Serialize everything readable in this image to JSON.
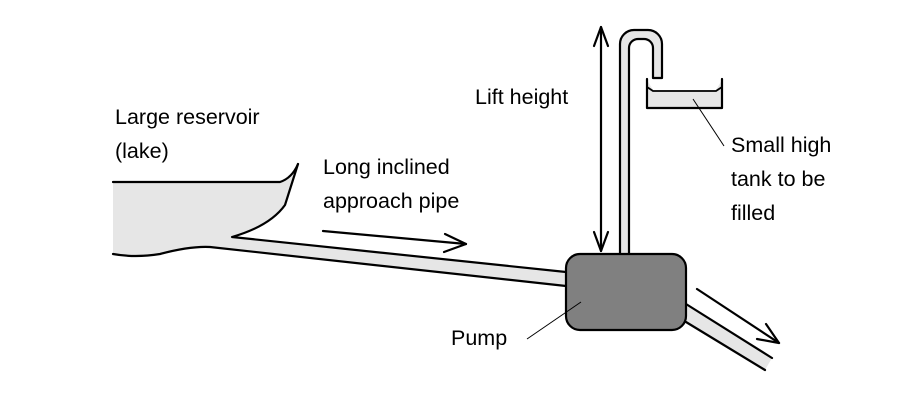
{
  "diagram": {
    "title": "Pump lifting water from a lake to a small high tank",
    "labels": {
      "reservoir": [
        "Large reservoir",
        "(lake)"
      ],
      "approach_pipe": [
        "Long inclined",
        "approach pipe"
      ],
      "lift_height": "Lift height",
      "tank": [
        "Small high",
        "tank to be",
        "filled"
      ],
      "pump": "Pump"
    },
    "colors": {
      "water_fill": "#e6e6e6",
      "pump_fill": "#808080",
      "line": "#000000",
      "background": "#ffffff"
    },
    "components": [
      "reservoir",
      "approach-pipe",
      "pump",
      "riser-pipe",
      "high-tank",
      "outlet-pipe"
    ],
    "flow_arrows": [
      "approach-flow",
      "outlet-flow"
    ],
    "dimension_arrows": [
      "lift-height"
    ]
  }
}
